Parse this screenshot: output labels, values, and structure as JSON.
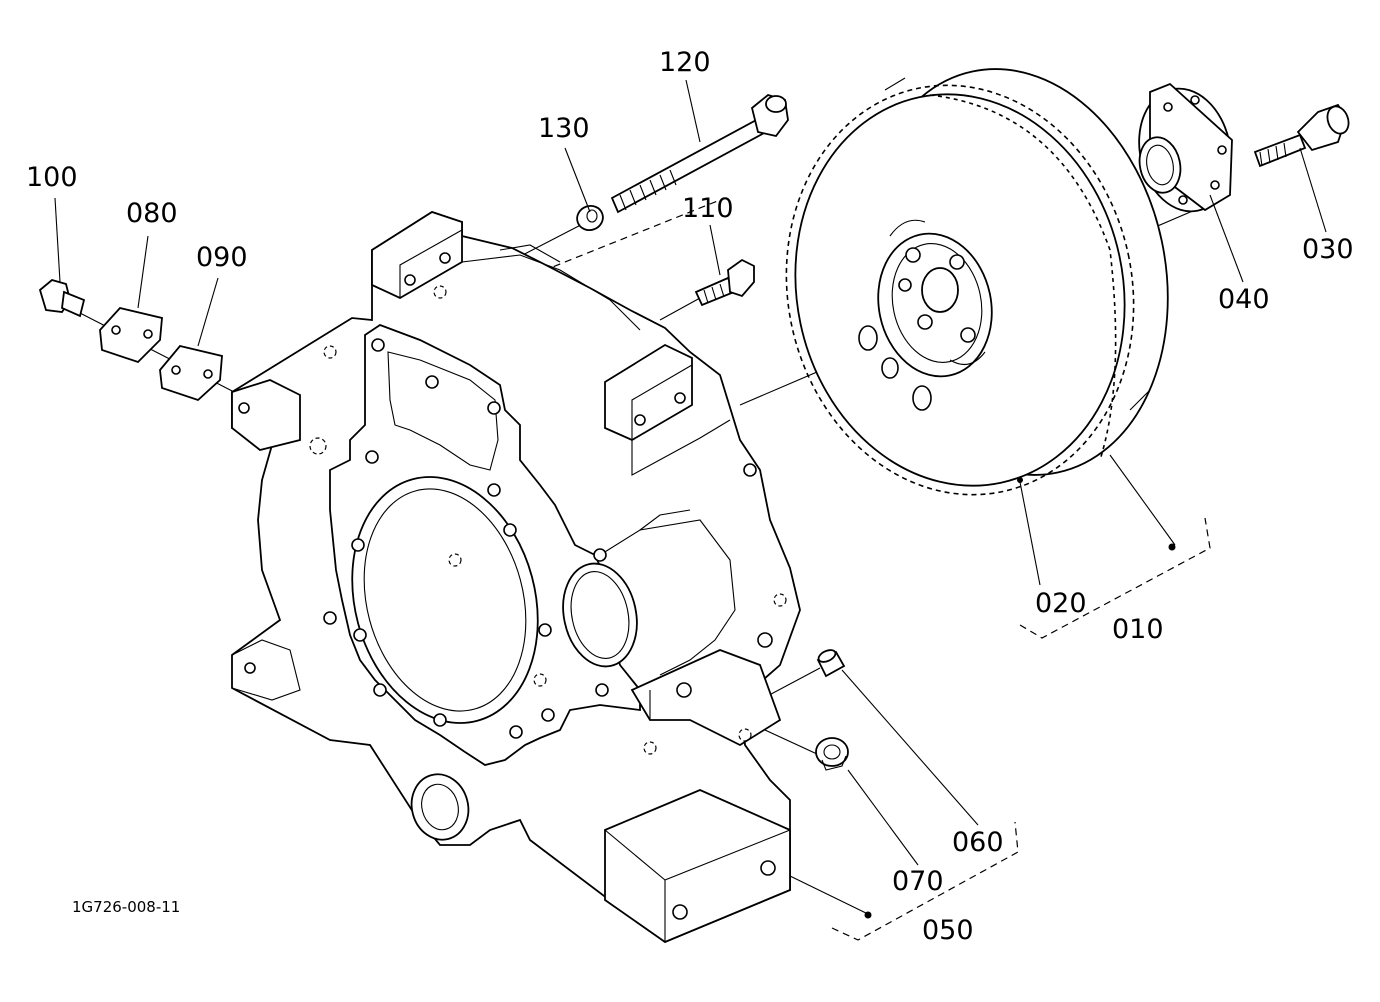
{
  "drawing_ref": "1G726-008-11",
  "callouts": {
    "p010": "010",
    "p020": "020",
    "p030": "030",
    "p040": "040",
    "p050": "050",
    "p060": "060",
    "p070": "070",
    "p080": "080",
    "p090": "090",
    "p100": "100",
    "p110": "110",
    "p120": "120",
    "p130": "130"
  },
  "colors": {
    "ink": "#000000",
    "paper": "#ffffff"
  }
}
